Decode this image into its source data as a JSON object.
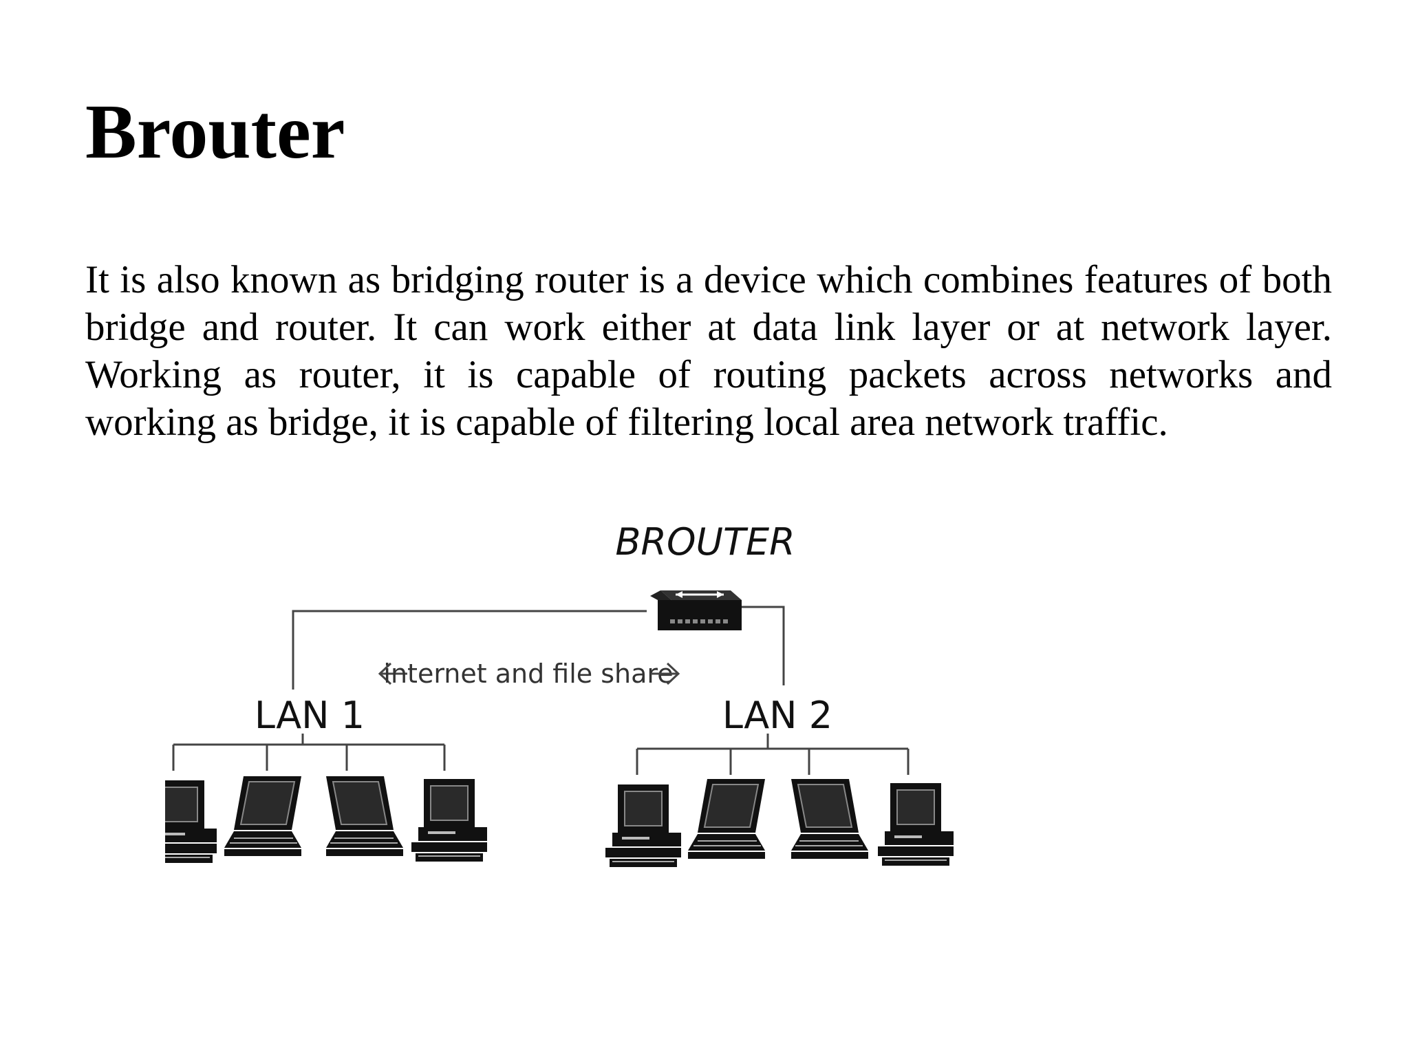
{
  "title": "Brouter",
  "body": "It is also known as bridging router is a device which combines features of both bridge and router. It can work either at data link layer or at network layer. Working as router, it is capable of routing packets across networks and working as bridge, it is capable of filtering local area network traffic.",
  "diagram": {
    "device_label": "BROUTER",
    "link_label": "internet and file share",
    "lans": [
      {
        "label": "LAN 1",
        "hosts": [
          "desktop",
          "laptop",
          "laptop",
          "desktop"
        ]
      },
      {
        "label": "LAN 2",
        "hosts": [
          "desktop",
          "laptop",
          "laptop",
          "desktop"
        ]
      }
    ],
    "icons": [
      "router-icon",
      "desktop-computer-icon",
      "laptop-icon",
      "left-arrow-icon",
      "right-arrow-icon"
    ]
  }
}
